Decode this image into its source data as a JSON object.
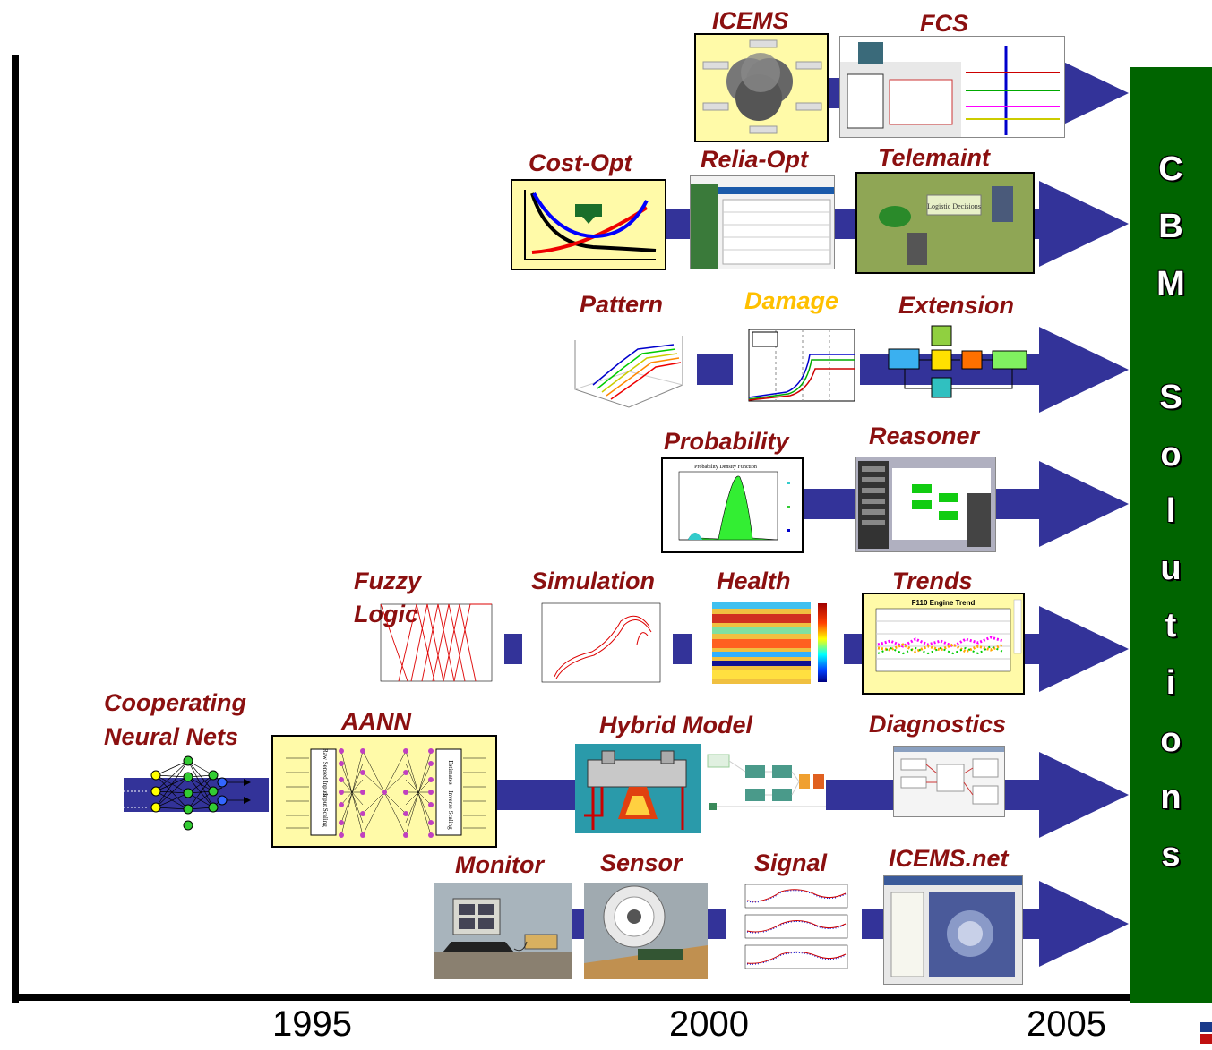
{
  "labels": {
    "icems": "ICEMS",
    "fcs": "FCS",
    "cost_opt": "Cost-Opt",
    "relia_opt": "Relia-Opt",
    "telemaint": "Telemaint",
    "pattern": "Pattern",
    "damage": "Damage",
    "extension": "Extension",
    "probability": "Probability",
    "reasoner": "Reasoner",
    "fuzzy": "Fuzzy",
    "logic": "Logic",
    "simulation": "Simulation",
    "health": "Health",
    "trends": "Trends",
    "cooperating": "Cooperating",
    "neural_nets": "Neural Nets",
    "aann": "AANN",
    "hybrid_model": "Hybrid Model",
    "diagnostics": "Diagnostics",
    "monitor": "Monitor",
    "sensor": "Sensor",
    "signal": "Signal",
    "icems_net": "ICEMS.net"
  },
  "cbm_letters": [
    "C",
    "B",
    "M",
    "S",
    "o",
    "l",
    "u",
    "t",
    "i",
    "o",
    "n",
    "s"
  ],
  "years": [
    "1995",
    "2000",
    "2005"
  ],
  "thumb_text": {
    "logistic_decisions": "Logistic Decisions",
    "probability_density": "Probability Density Function",
    "f110_trend": "F110 Engine Trend",
    "aann_raw": "Raw Sensed Inputs",
    "aann_input": "Input Scaling",
    "aann_est": "Estimates",
    "aann_inverse": "Inverse Scaling"
  },
  "colors": {
    "band": "#333399",
    "label": "#8b1010",
    "label_alt": "#ffc000",
    "cbm_bar": "#006400"
  }
}
